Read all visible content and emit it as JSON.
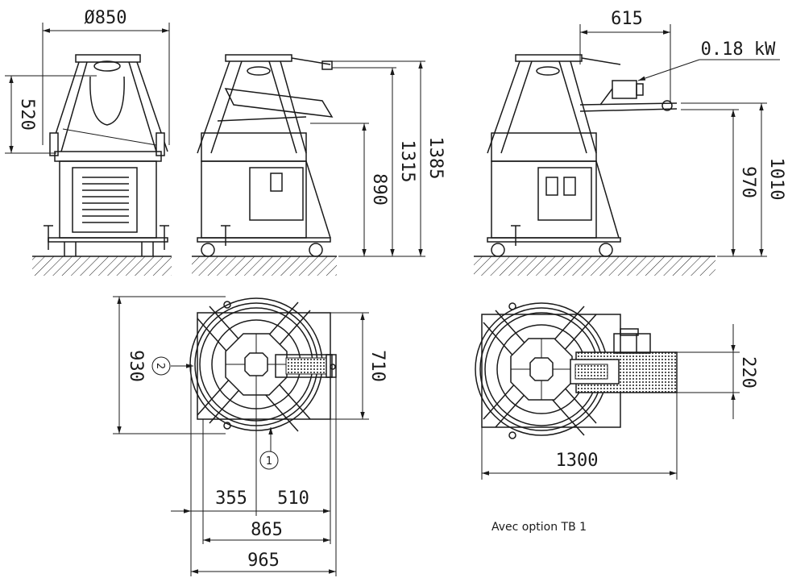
{
  "dimensions": {
    "diameter": "Ø850",
    "front_height_upper": "520",
    "side_height_890": "890",
    "side_height_1315": "1315",
    "side_height_1385": "1385",
    "option_width_615": "615",
    "motor_power": "0.18 kW",
    "option_height_970": "970",
    "option_height_1010": "1010",
    "top_depth_930": "930",
    "top_width_710": "710",
    "top_offset_355": "355",
    "top_offset_510": "510",
    "top_width_865": "865",
    "top_width_965": "965",
    "option_top_220": "220",
    "option_top_1300": "1300"
  },
  "markers": {
    "marker_1": "1",
    "marker_2": "2"
  },
  "note": "Avec option TB 1"
}
